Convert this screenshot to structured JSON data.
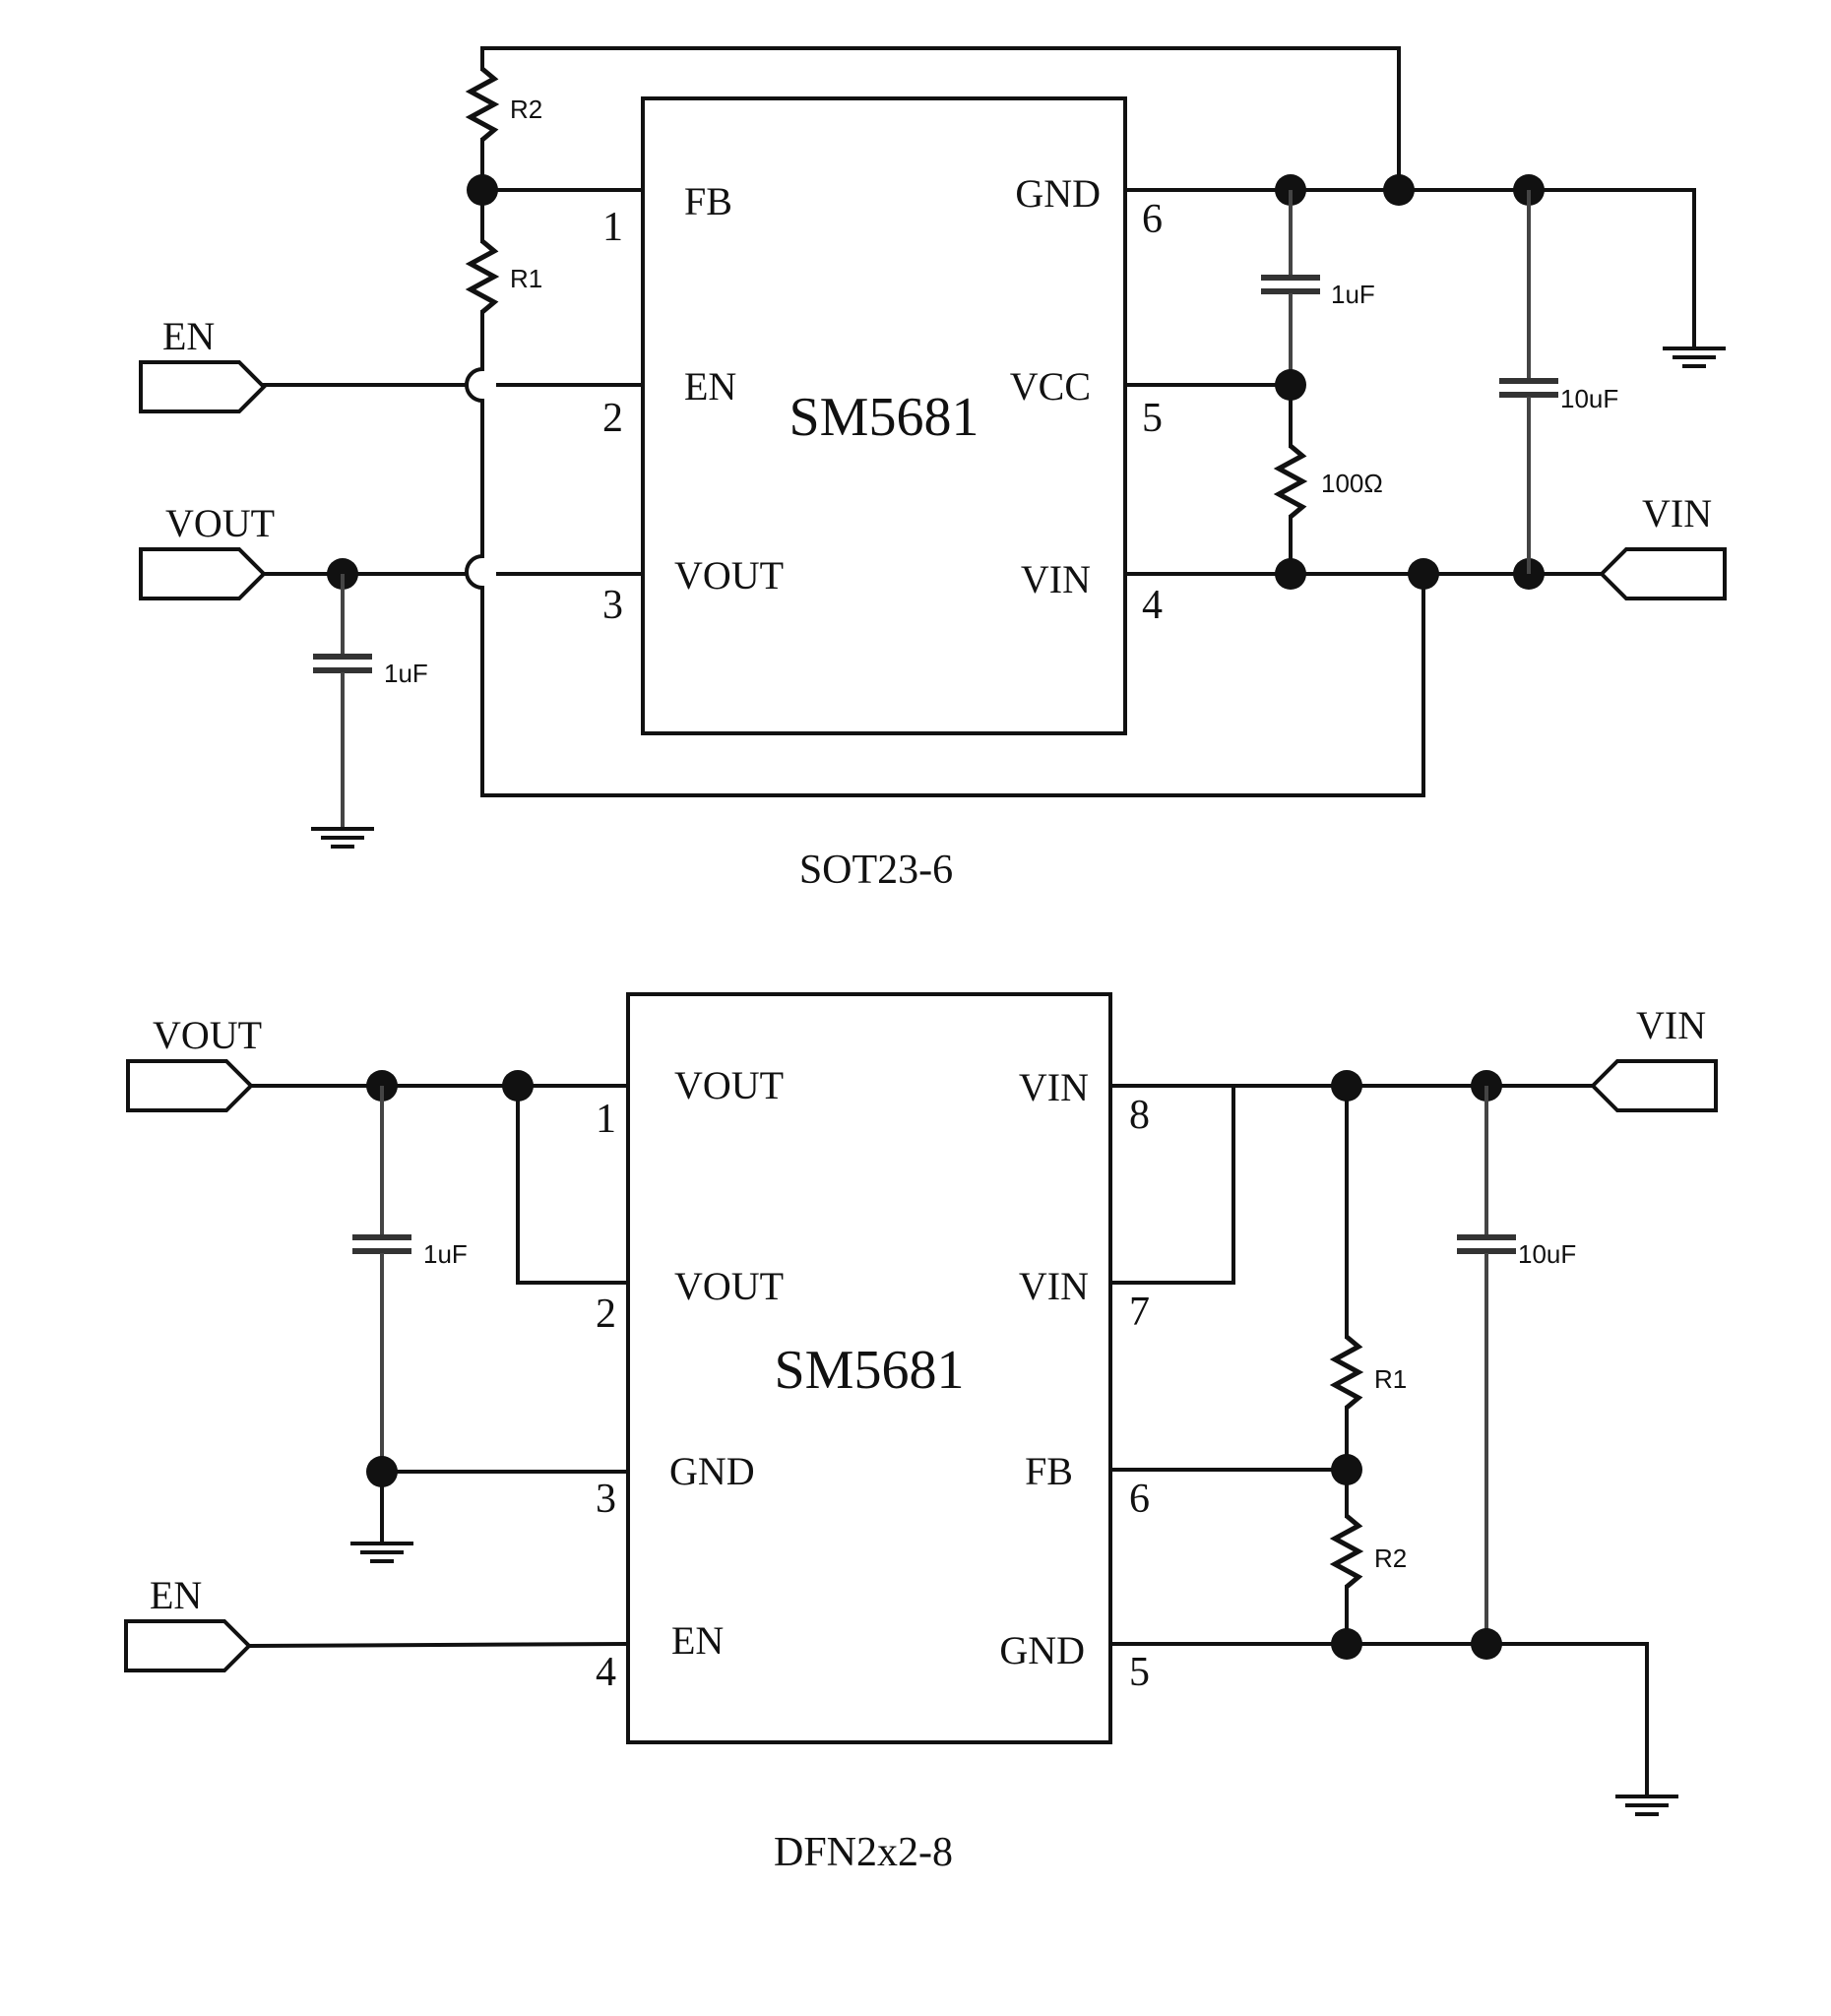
{
  "top": {
    "chip_name": "SM5681",
    "package": "SOT23-6",
    "pins_left": [
      {
        "num": "1",
        "name": "FB"
      },
      {
        "num": "2",
        "name": "EN"
      },
      {
        "num": "3",
        "name": "VOUT"
      }
    ],
    "pins_right": [
      {
        "num": "6",
        "name": "GND"
      },
      {
        "num": "5",
        "name": "VCC"
      },
      {
        "num": "4",
        "name": "VIN"
      }
    ],
    "ports": {
      "en": "EN",
      "vout": "VOUT",
      "vin": "VIN"
    },
    "components": {
      "r2": "R2",
      "r1": "R1",
      "c_vout": "1uF",
      "c_vcc": "1uF",
      "c_vin": "10uF",
      "r_vcc": "100Ω"
    }
  },
  "bottom": {
    "chip_name": "SM5681",
    "package": "DFN2x2-8",
    "pins_left": [
      {
        "num": "1",
        "name": "VOUT"
      },
      {
        "num": "2",
        "name": "VOUT"
      },
      {
        "num": "3",
        "name": "GND"
      },
      {
        "num": "4",
        "name": "EN"
      }
    ],
    "pins_right": [
      {
        "num": "8",
        "name": "VIN"
      },
      {
        "num": "7",
        "name": "VIN"
      },
      {
        "num": "6",
        "name": "FB"
      },
      {
        "num": "5",
        "name": "GND"
      }
    ],
    "ports": {
      "vout": "VOUT",
      "vin": "VIN",
      "en": "EN"
    },
    "components": {
      "c_vout": "1uF",
      "c_vin": "10uF",
      "r1": "R1",
      "r2": "R2"
    }
  }
}
